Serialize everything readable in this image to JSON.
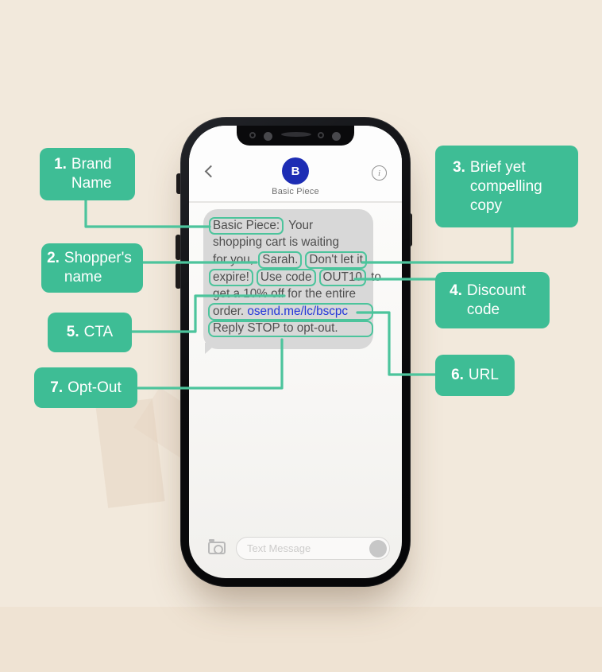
{
  "colors": {
    "accent": "#3ebd95",
    "connector": "#4cc49c",
    "link_blue": "#2336d9",
    "avatar_blue": "#1d2db4",
    "background": "#f2e9dc",
    "bubble_gray": "#d8d8d8"
  },
  "callouts": [
    {
      "num": "1.",
      "text": "Brand Name"
    },
    {
      "num": "2.",
      "text": "Shopper's name"
    },
    {
      "num": "3.",
      "text": "Brief yet compelling copy"
    },
    {
      "num": "4.",
      "text": "Discount code"
    },
    {
      "num": "5.",
      "text": "CTA"
    },
    {
      "num": "6.",
      "text": "URL"
    },
    {
      "num": "7.",
      "text": "Opt-Out"
    }
  ],
  "phone": {
    "header": {
      "avatar_letter": "B",
      "contact_name": "Basic Piece",
      "info_icon": "i"
    },
    "message": {
      "lines": [
        {
          "segments": [
            {
              "text": "Basic Piece:",
              "hl": true
            },
            {
              "text": " Your"
            }
          ]
        },
        {
          "segments": [
            {
              "text": "shopping cart is waiting"
            }
          ]
        },
        {
          "segments": [
            {
              "text": "for you, "
            },
            {
              "text": "Sarah.",
              "hl": true
            },
            {
              "text": "Don't let it",
              "hl": true
            }
          ]
        },
        {
          "segments": [
            {
              "text": "expire!",
              "hl": true
            },
            {
              "text": "Use code",
              "hl": true
            },
            {
              "text": "OUT10",
              "hl": true
            },
            {
              "text": " to"
            }
          ]
        },
        {
          "segments": [
            {
              "text": "get a 10% off for the entire"
            }
          ]
        },
        {
          "boxed": true,
          "segments": [
            {
              "text": "order. "
            },
            {
              "text": "osend.me/lc/bscpc",
              "link": true
            }
          ]
        },
        {
          "boxed": true,
          "segments": [
            {
              "text": "Reply STOP to opt-out."
            }
          ]
        }
      ]
    },
    "input": {
      "placeholder": "Text Message"
    }
  }
}
